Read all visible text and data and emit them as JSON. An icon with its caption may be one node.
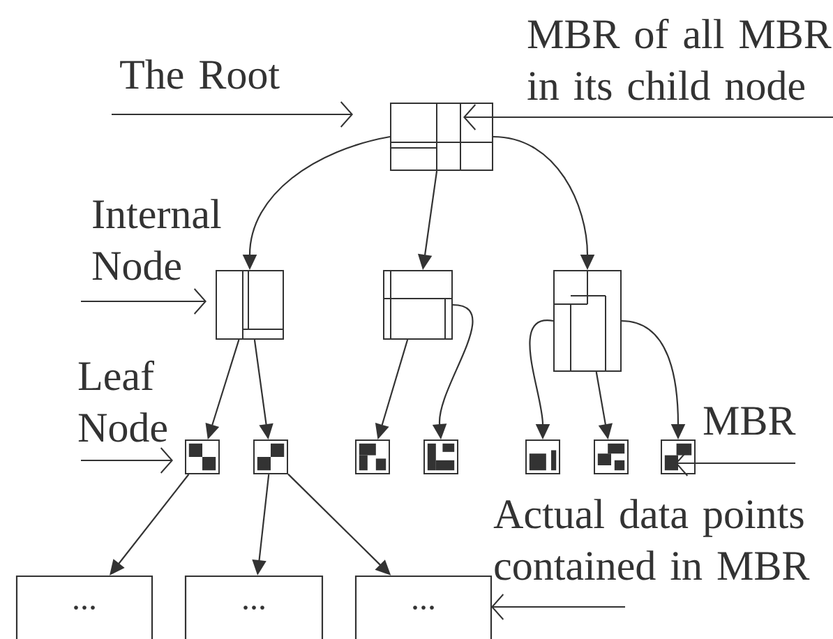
{
  "diagram": {
    "nodes": [
      {
        "text": [
          "MBR of all MBR in its child node"
        ]
      },
      {
        "text": [
          "The Root"
        ]
      },
      {
        "text": [],
        "shape": "box"
      },
      {
        "text": [
          "Internal Node"
        ]
      },
      {
        "text": [],
        "shape": "box"
      },
      {
        "text": [],
        "shape": "box"
      },
      {
        "text": [],
        "shape": "box"
      },
      {
        "text": [
          "Leaf Node"
        ]
      },
      {
        "text": [
          "MBR"
        ]
      },
      {
        "text": [],
        "shape": "box"
      },
      {
        "text": [],
        "shape": "box"
      },
      {
        "text": [],
        "shape": "box"
      },
      {
        "text": [],
        "shape": "box"
      },
      {
        "text": [],
        "shape": "box"
      },
      {
        "text": [],
        "shape": "box"
      },
      {
        "text": [],
        "shape": "box"
      },
      {
        "text": [
          "Actual data points contained in MBR"
        ]
      },
      {
        "text": [
          "..."
        ]
      },
      {
        "text": [
          "..."
        ]
      },
      {
        "text": [
          "..."
        ]
      }
    ],
    "edges": [
      {
        "from": 1,
        "to": 2,
        "arrow": "to"
      },
      {
        "from": 0,
        "to": 2,
        "arrow": "to"
      },
      {
        "from": 2,
        "to": 4,
        "arrow": "to"
      },
      {
        "from": 2,
        "to": 5,
        "arrow": "to"
      },
      {
        "from": 2,
        "to": 6,
        "arrow": "to"
      },
      {
        "from": 3,
        "to": 4,
        "arrow": "to"
      },
      {
        "from": 4,
        "to": 9,
        "arrow": "to"
      },
      {
        "from": 4,
        "to": 10,
        "arrow": "to"
      },
      {
        "from": 5,
        "to": 11,
        "arrow": "to"
      },
      {
        "from": 5,
        "to": 12,
        "arrow": "to"
      },
      {
        "from": 6,
        "to": 13,
        "arrow": "to"
      },
      {
        "from": 6,
        "to": 14,
        "arrow": "to"
      },
      {
        "from": 6,
        "to": 15,
        "arrow": "to"
      },
      {
        "from": 7,
        "to": 9,
        "arrow": "to"
      },
      {
        "from": 8,
        "to": 15,
        "arrow": "to"
      },
      {
        "from": 9,
        "to": 17,
        "arrow": "to"
      },
      {
        "from": 10,
        "to": 18,
        "arrow": "to"
      },
      {
        "from": 10,
        "to": 19,
        "arrow": "to"
      },
      {
        "from": 16,
        "to": 19,
        "arrow": "to"
      }
    ]
  }
}
